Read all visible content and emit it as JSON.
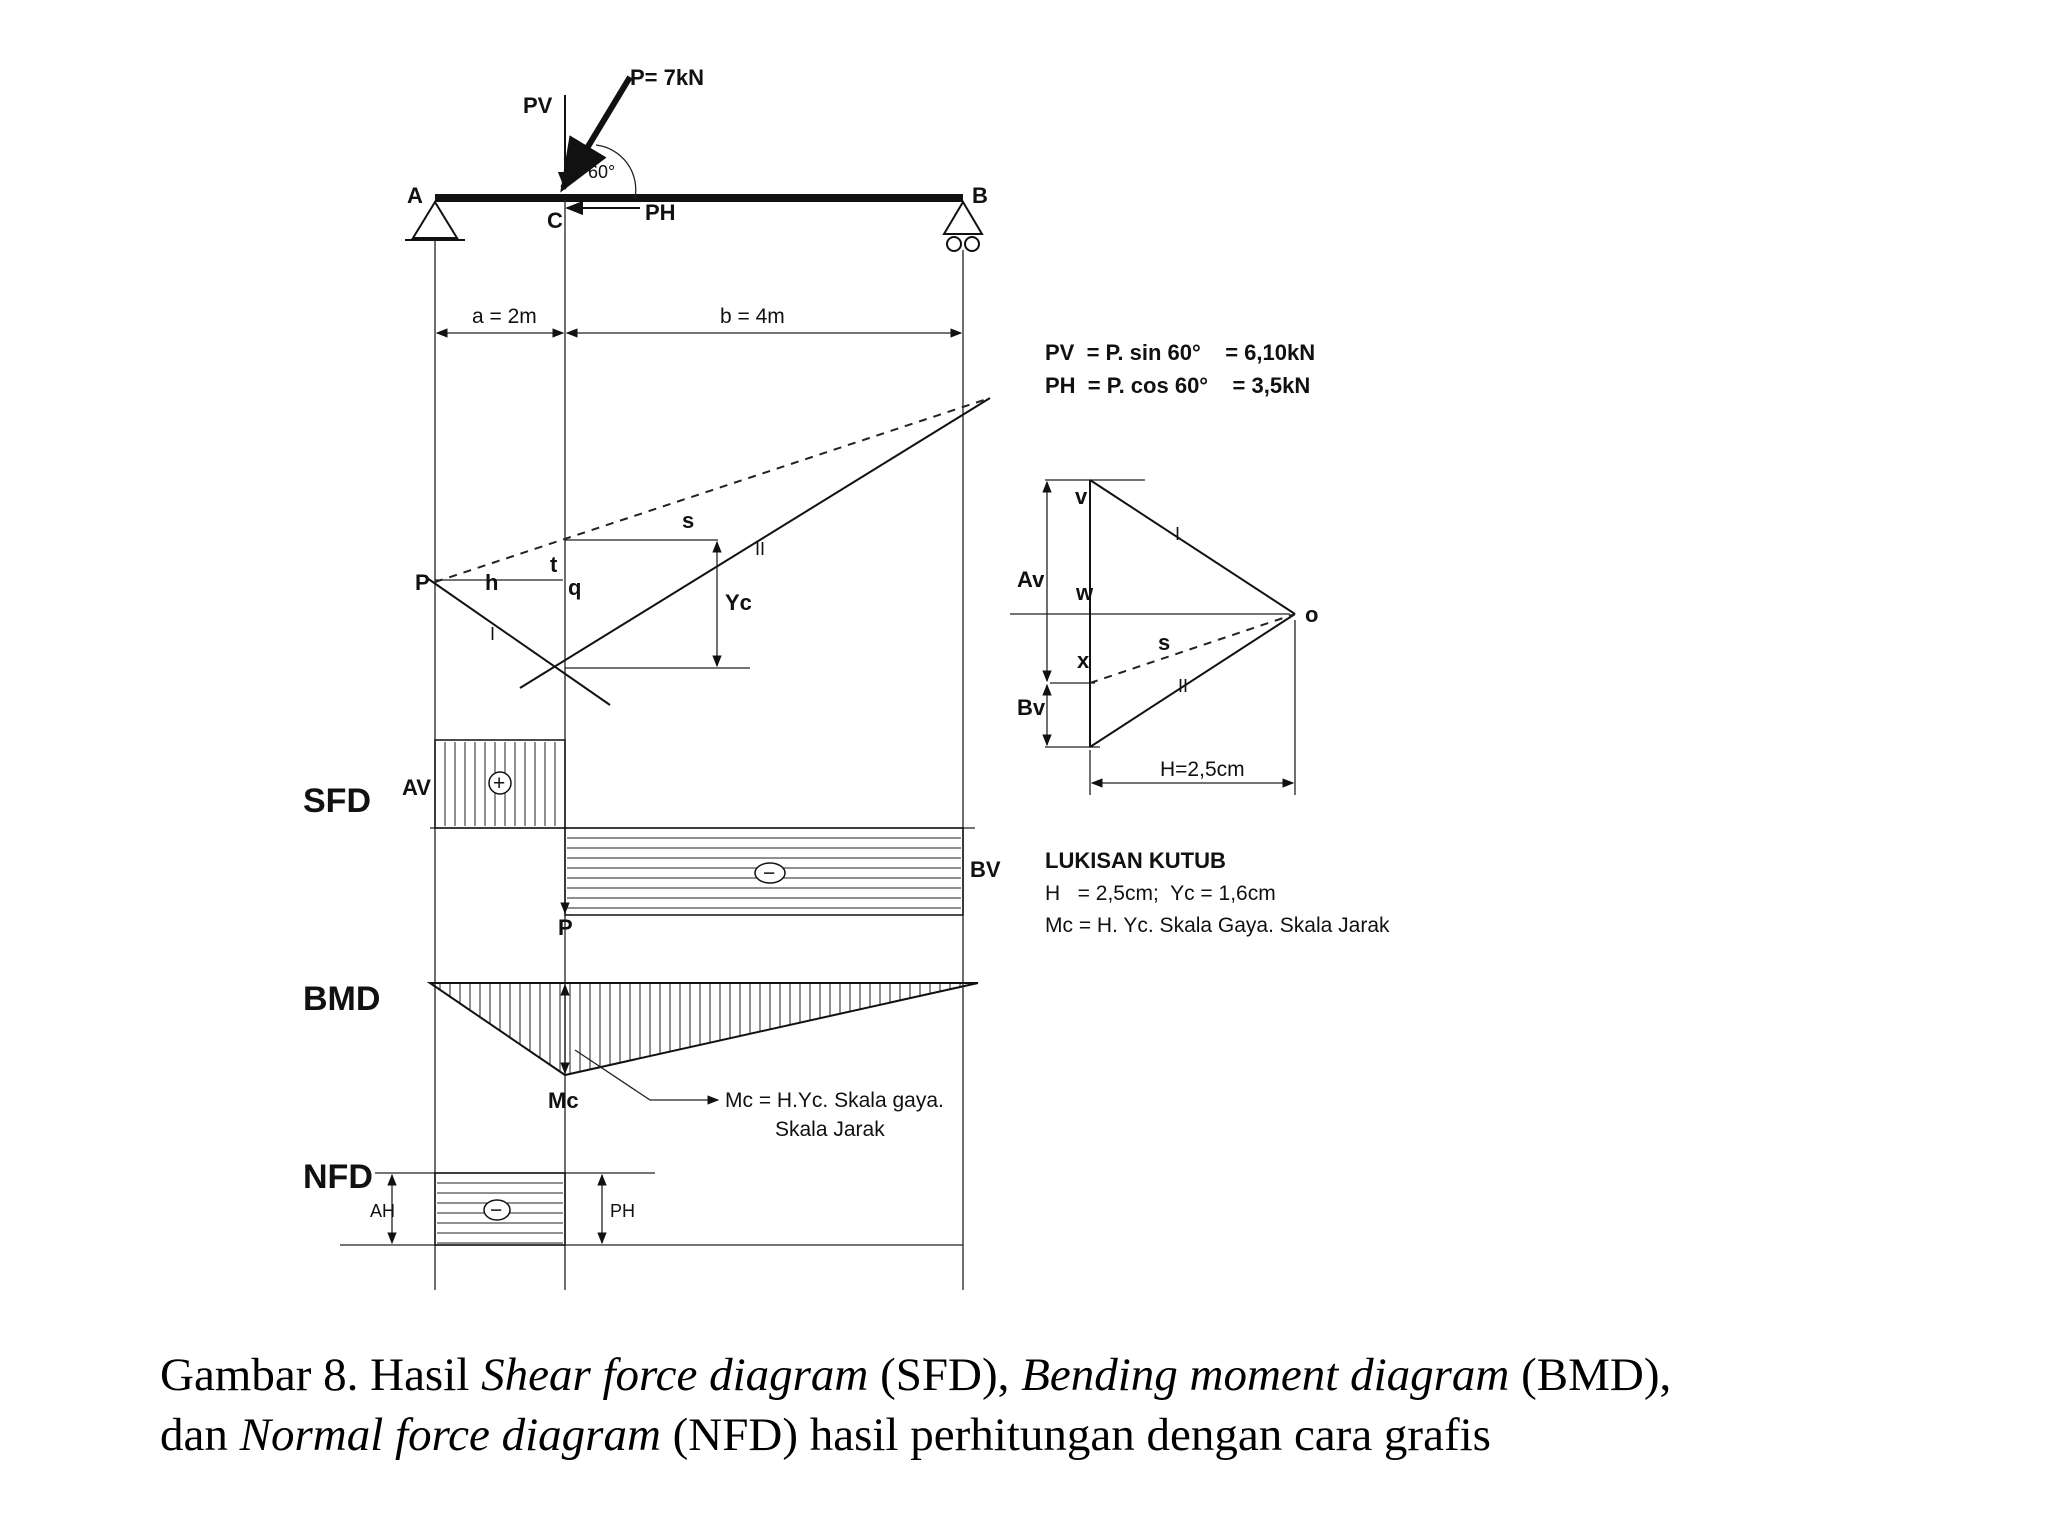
{
  "labels": {
    "force": "P= 7kN",
    "pv": "PV",
    "angle": "60°",
    "node_a": "A",
    "node_b": "B",
    "node_c": "C",
    "ph": "PH",
    "dim_a": "a = 2m",
    "dim_b": "b = 4m",
    "eq_pv": "PV  = P. sin 60°    = 6,10kN",
    "eq_ph": "PH  = P. cos 60°    = 3,5kN",
    "funicular_s": "s",
    "funicular_ii": "II",
    "funicular_i": "I",
    "funicular_t": "t",
    "funicular_p": "P",
    "funicular_h": "h",
    "funicular_q": "q",
    "yc": "Yc",
    "pole_av": "Av",
    "pole_bv": "Bv",
    "pole_v": "v",
    "pole_w": "w",
    "pole_x": "x",
    "pole_o": "o",
    "pole_s": "s",
    "pole_i": "I",
    "pole_ii": "II",
    "pole_h": "H=2,5cm",
    "sfd": "SFD",
    "av": "AV",
    "bv": "BV",
    "p_mark": "P",
    "plus": "+",
    "minus": "−",
    "kutub_title": "LUKISAN KUTUB",
    "kutub_line1": "H   = 2,5cm;  Yc = 1,6cm",
    "kutub_line2": "Mc = H. Yc. Skala Gaya. Skala Jarak",
    "bmd": "BMD",
    "mc": "Mc",
    "mc_note1": "Mc = H.Yc. Skala gaya.",
    "mc_note2": "Skala Jarak",
    "nfd": "NFD",
    "ah": "AH",
    "ph_nfd": "PH"
  },
  "caption": {
    "p1": "Gambar 8. Hasil ",
    "i1": "Shear force diagram",
    "p2": " (SFD), ",
    "i2": "Bending moment diagram",
    "p3": " (BMD),",
    "p4": "dan ",
    "i3": "Normal force diagram",
    "p5": " (NFD) hasil perhitungan dengan cara grafis"
  }
}
